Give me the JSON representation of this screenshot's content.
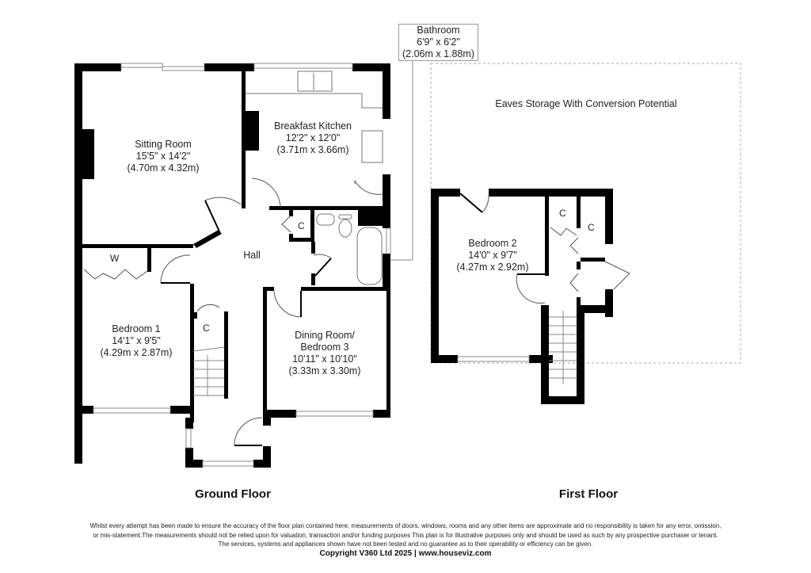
{
  "floors": [
    {
      "title": "Ground Floor",
      "rooms": [
        {
          "name": "Sitting Room",
          "imperial": "15'5\" x 14'2\"",
          "metric": "(4.70m x 4.32m)"
        },
        {
          "name": "Breakfast Kitchen",
          "imperial": "12'2\" x 12'0\"",
          "metric": "(3.71m x 3.66m)"
        },
        {
          "name": "Hall"
        },
        {
          "name": "Bedroom 1",
          "imperial": "14'1\" x 9'5\"",
          "metric": "(4.29m x 2.87m)"
        },
        {
          "name": "Dining Room/",
          "name2": "Bedroom 3",
          "imperial": "10'11\" x 10'10\"",
          "metric": "(3.33m x 3.30m)"
        },
        {
          "name": "Bathroom",
          "imperial": "6'9\" x 6'2\"",
          "metric": "(2.06m x 1.88m)"
        }
      ],
      "cupboards": [
        "C",
        "C",
        "W"
      ]
    },
    {
      "title": "First Floor",
      "rooms": [
        {
          "name": "Bedroom 2",
          "imperial": "14'0\" x 9'7\"",
          "metric": "(4.27m x 2.92m)"
        }
      ],
      "cupboards": [
        "C",
        "C"
      ],
      "eaves": "Eaves Storage With Conversion Potential"
    }
  ],
  "footer": {
    "disclaimer": [
      "Whilst every attempt has been made to ensure the accuracy of the floor plan contained here, measurements of doors, windows, rooms and any other items are approximate and no responsibility is taken for any error, omission,",
      "or mis-statement.The measurements should not be relied upon for valuation, transaction and/or funding purposes This plan is for illustrative purposes only and should be used as such by any prospective purchaser or tenant.",
      "The services, systems and appliances shown have not been tested and no guarantee as to their operability or efficiency can be given."
    ],
    "copyright": "Copyright V360 Ltd 2025 | www.houseviz.com"
  }
}
